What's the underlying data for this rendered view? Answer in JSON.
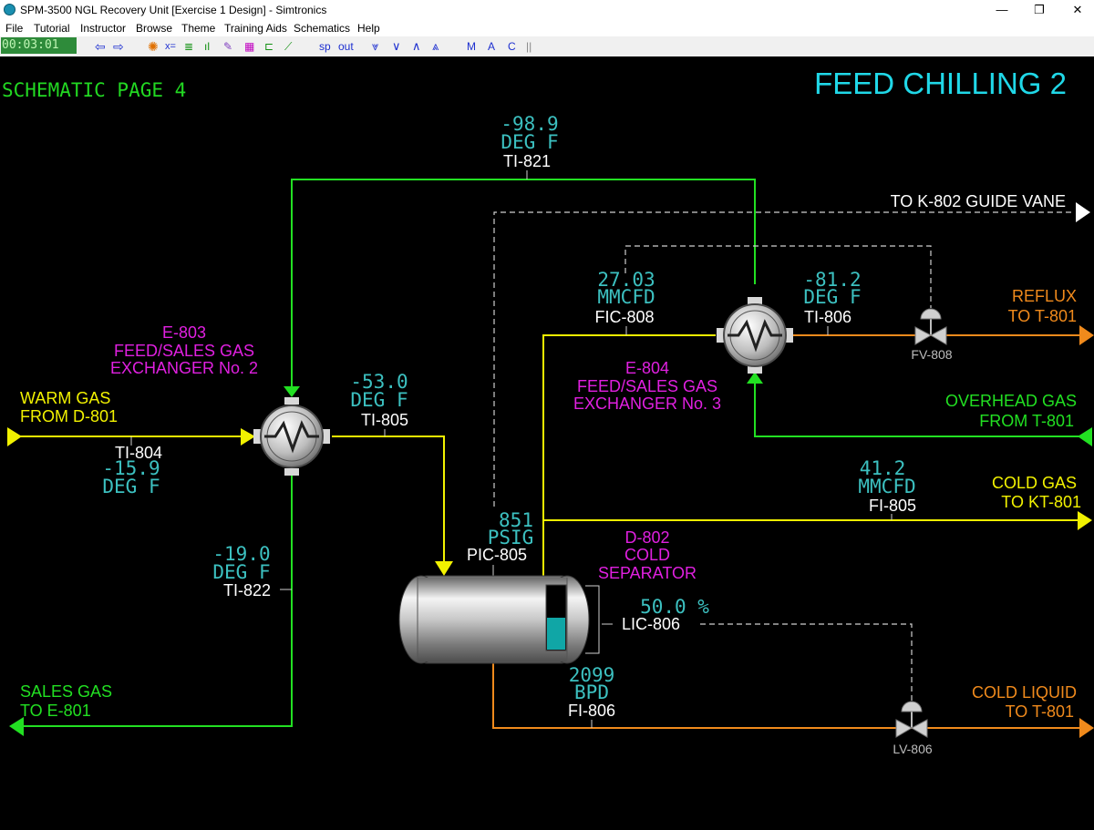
{
  "window": {
    "title": "SPM-3500 NGL Recovery Unit [Exercise 1 Design] - Simtronics",
    "minimize": "—",
    "restore": "❐",
    "close": "✕"
  },
  "menu": [
    "File",
    "Tutorial",
    "Instructor",
    "Browse",
    "Theme",
    "Training Aids",
    "Schematics",
    "Help"
  ],
  "toolbar": {
    "clock": "00:03:01",
    "sp": "sp",
    "out": "out",
    "modes": [
      "M",
      "A",
      "C"
    ]
  },
  "page": {
    "label": "SCHEMATIC PAGE 4",
    "title": "FEED CHILLING 2"
  },
  "streams": {
    "warm_gas": [
      "WARM GAS",
      "FROM D-801"
    ],
    "sales_gas": [
      "SALES GAS",
      "TO E-801"
    ],
    "guide_vane": "TO K-802 GUIDE VANE",
    "reflux": [
      "REFLUX",
      "TO T-801"
    ],
    "overhead_gas": [
      "OVERHEAD GAS",
      "FROM T-801"
    ],
    "cold_gas": [
      "COLD GAS",
      "TO KT-801"
    ],
    "cold_liquid": [
      "COLD LIQUID",
      "TO T-801"
    ]
  },
  "equipment": {
    "e803": [
      "E-803",
      "FEED/SALES GAS",
      "EXCHANGER No. 2"
    ],
    "e804": [
      "E-804",
      "FEED/SALES GAS",
      "EXCHANGER No. 3"
    ],
    "d802": [
      "D-802",
      "COLD",
      "SEPARATOR"
    ],
    "fv808": "FV-808",
    "lv806": "LV-806"
  },
  "instruments": {
    "ti821": {
      "value": "-98.9",
      "unit": "DEG F",
      "tag": "TI-821"
    },
    "ti805": {
      "value": "-53.0",
      "unit": "DEG F",
      "tag": "TI-805"
    },
    "ti804": {
      "value": "-15.9",
      "unit": "DEG F",
      "tag": "TI-804"
    },
    "ti822": {
      "value": "-19.0",
      "unit": "DEG F",
      "tag": "TI-822"
    },
    "fic808": {
      "value": "27.03",
      "unit": "MMCFD",
      "tag": "FIC-808"
    },
    "ti806": {
      "value": "-81.2",
      "unit": "DEG F",
      "tag": "TI-806"
    },
    "fi805": {
      "value": "41.2",
      "unit": "MMCFD",
      "tag": "FI-805"
    },
    "pic805": {
      "value": "851",
      "unit": "PSIG",
      "tag": "PIC-805"
    },
    "lic806": {
      "value": "50.0 %",
      "tag": "LIC-806",
      "level_fraction": 0.5
    },
    "fi806": {
      "value": "2099",
      "unit": "BPD",
      "tag": "FI-806"
    }
  },
  "colors": {
    "yellow": "#f2f200",
    "green": "#22e022",
    "orange": "#f08a1c",
    "magenta": "#e020e0",
    "cyan_title": "#20d8e8",
    "value_cyan": "#3cc0c0",
    "page_label": "#22d822"
  }
}
